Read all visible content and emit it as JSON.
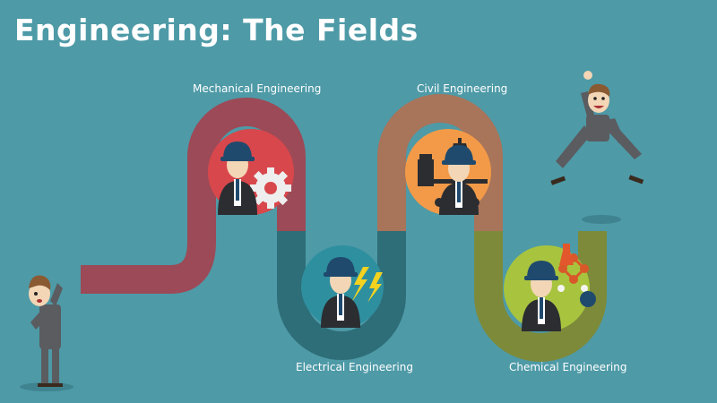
{
  "title": "Engineering: The Fields",
  "fields": [
    {
      "label": "Mechanical Engineering",
      "icon": "gear-icon",
      "color": "#d8474c",
      "path_color": "#9c4a57"
    },
    {
      "label": "Electrical Engineering",
      "icon": "lightning-icon",
      "color": "#2e8f9f",
      "path_color": "#2e6e78"
    },
    {
      "label": "Civil Engineering",
      "icon": "crane-icon",
      "color": "#f29a48",
      "path_color": "#a8745a"
    },
    {
      "label": "Chemical Engineering",
      "icon": "molecule-icon",
      "color": "#a8c43e",
      "path_color": "#7d8a3a"
    }
  ],
  "colors": {
    "background": "#4e9aa7",
    "suit": "#5a5c60",
    "helmet": "#1f4a6e",
    "skin": "#f3d6b6"
  }
}
